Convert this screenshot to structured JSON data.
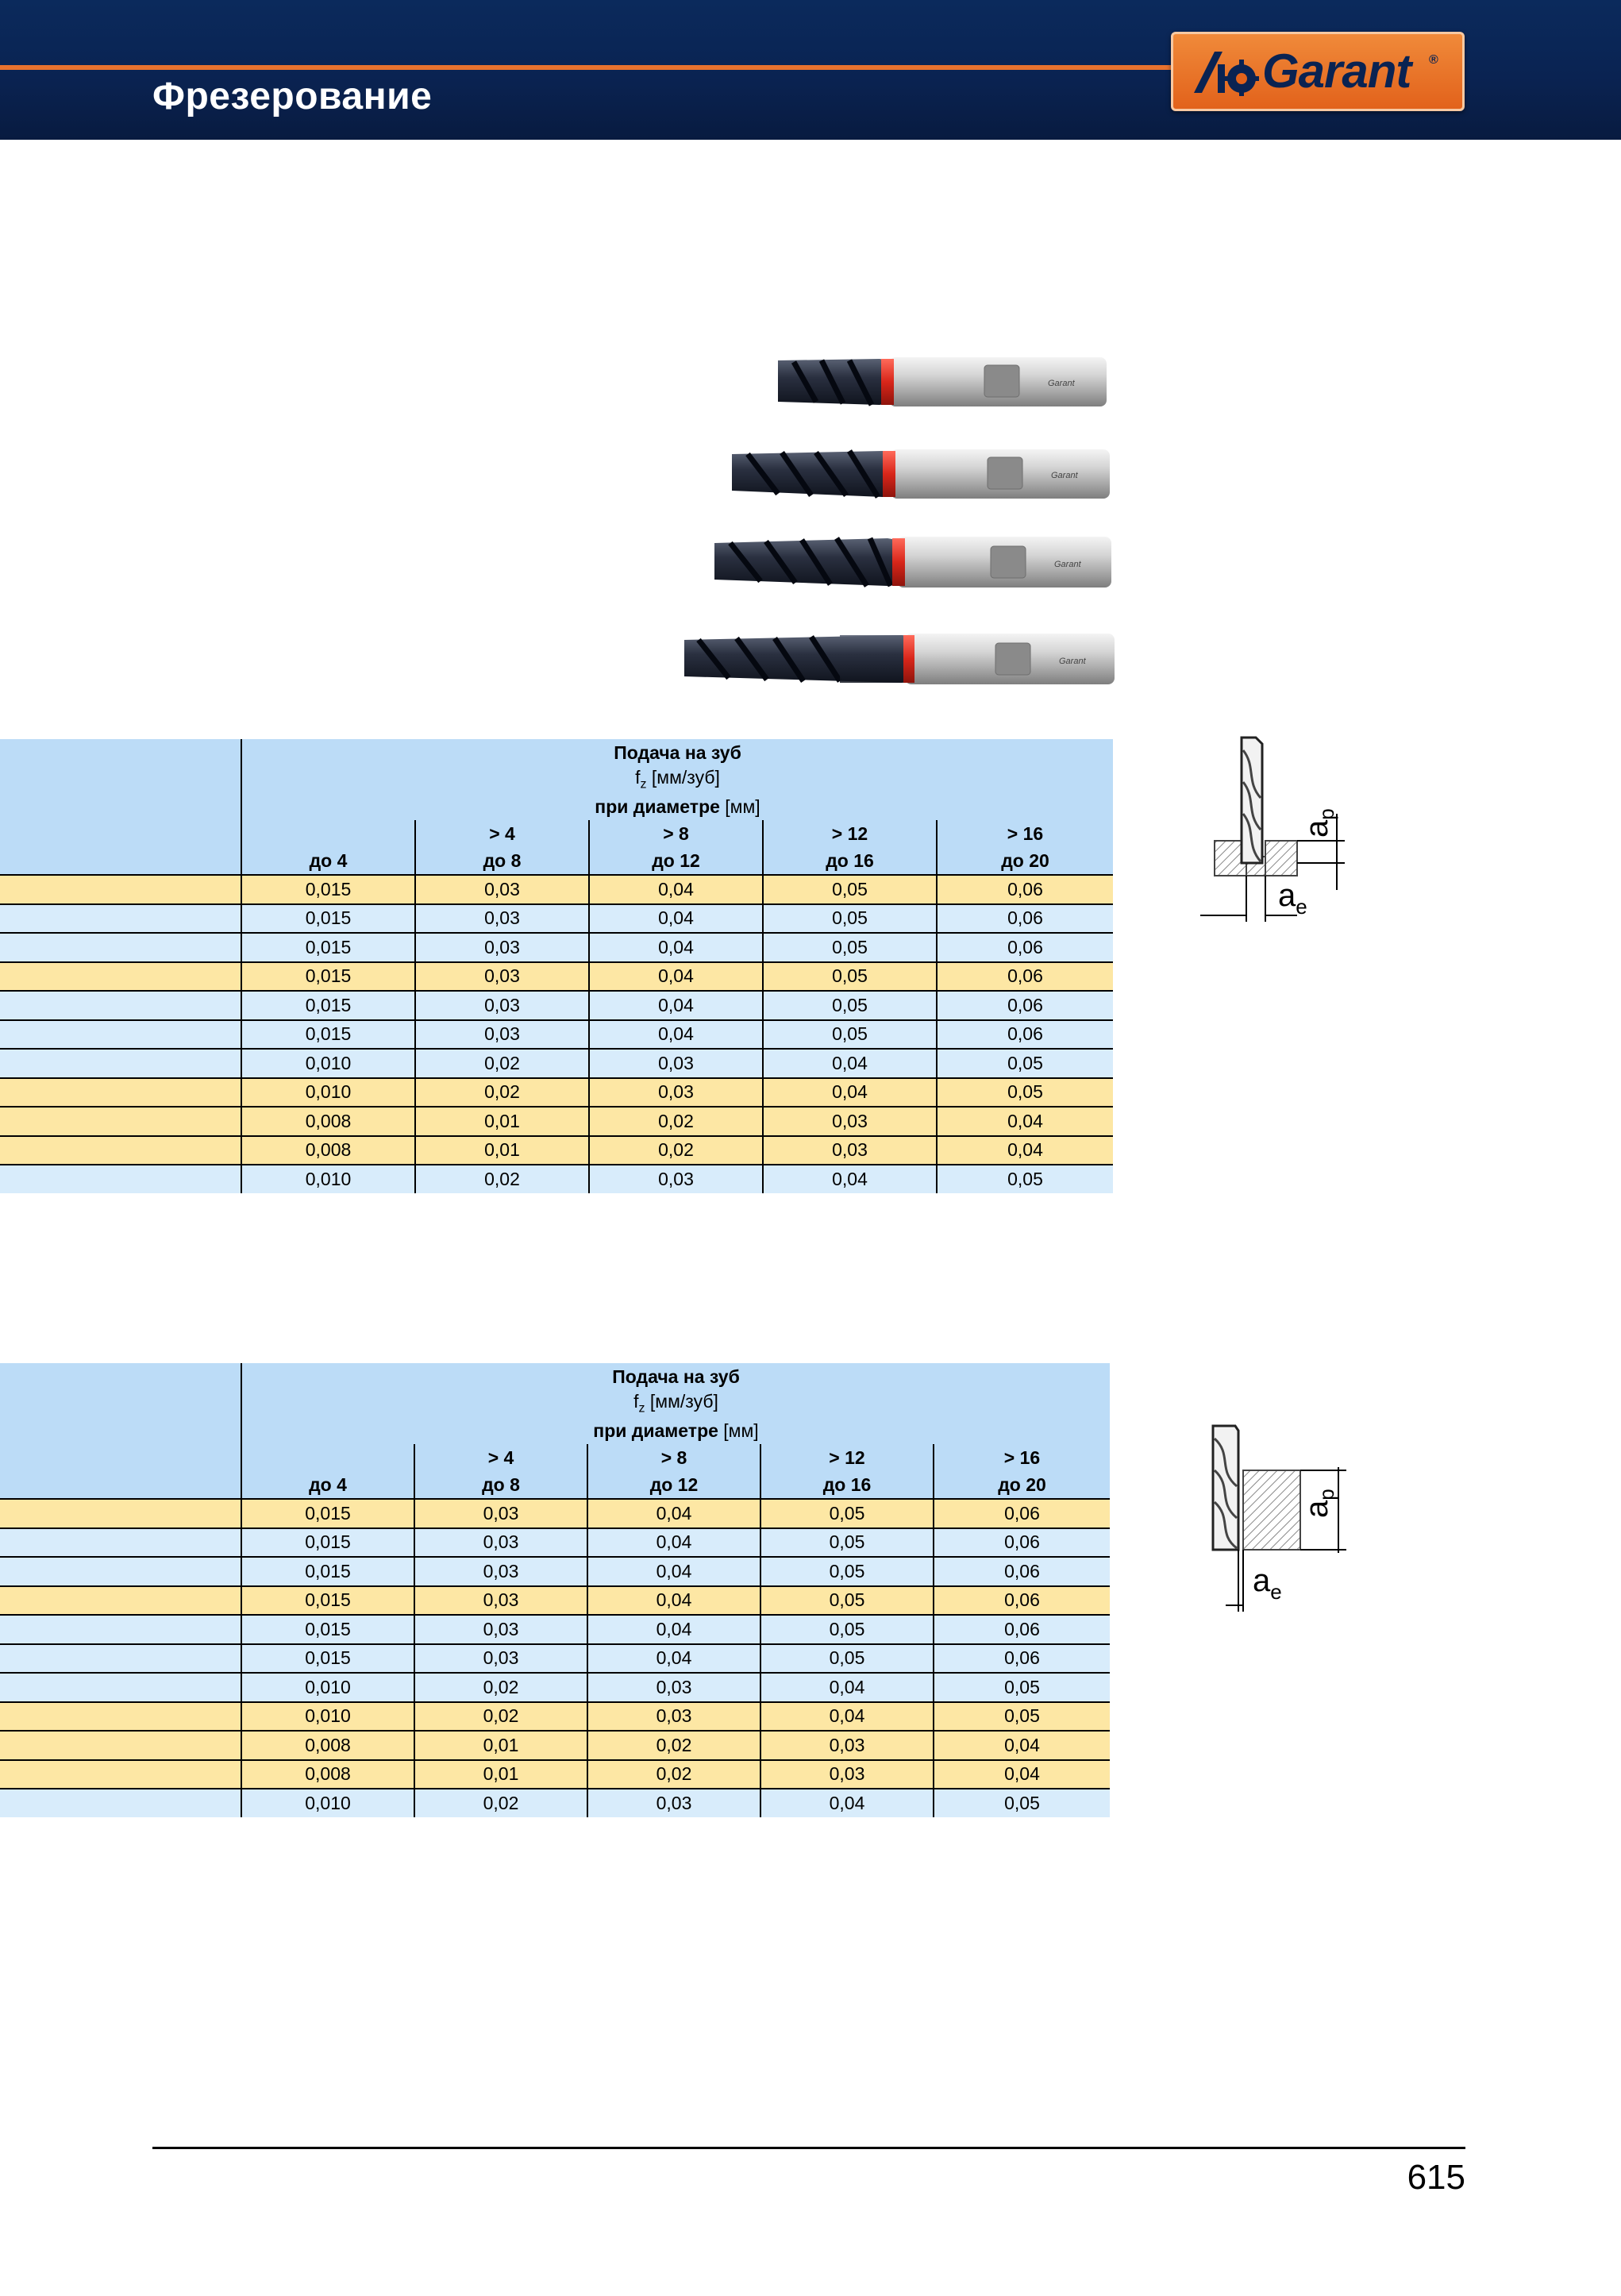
{
  "header": {
    "title": "Фрезерование",
    "logo_text": "Garant",
    "logo_reg": "®",
    "accent_color": "#e8722e",
    "bg_color": "#0a2352"
  },
  "tables": [
    {
      "header_line1": "Подача на зуб",
      "header_fz": "f",
      "header_fz_sub": "z",
      "header_fz_unit": " [мм/зуб]",
      "header_line3": "при диаметре [мм]",
      "columns": [
        {
          "top": "",
          "bottom": "до 4"
        },
        {
          "top": "> 4",
          "bottom": "до 8"
        },
        {
          "top": "> 8",
          "bottom": "до 12"
        },
        {
          "top": "> 12",
          "bottom": "до 16"
        },
        {
          "top": "> 16",
          "bottom": "до 20"
        }
      ],
      "rows": [
        {
          "color": "yellow",
          "values": [
            "0,015",
            "0,03",
            "0,04",
            "0,05",
            "0,06"
          ]
        },
        {
          "color": "blue",
          "values": [
            "0,015",
            "0,03",
            "0,04",
            "0,05",
            "0,06"
          ]
        },
        {
          "color": "blue",
          "values": [
            "0,015",
            "0,03",
            "0,04",
            "0,05",
            "0,06"
          ]
        },
        {
          "color": "yellow",
          "values": [
            "0,015",
            "0,03",
            "0,04",
            "0,05",
            "0,06"
          ]
        },
        {
          "color": "blue",
          "values": [
            "0,015",
            "0,03",
            "0,04",
            "0,05",
            "0,06"
          ]
        },
        {
          "color": "blue",
          "values": [
            "0,015",
            "0,03",
            "0,04",
            "0,05",
            "0,06"
          ]
        },
        {
          "color": "blue",
          "values": [
            "0,010",
            "0,02",
            "0,03",
            "0,04",
            "0,05"
          ]
        },
        {
          "color": "yellow",
          "values": [
            "0,010",
            "0,02",
            "0,03",
            "0,04",
            "0,05"
          ]
        },
        {
          "color": "yellow",
          "values": [
            "0,008",
            "0,01",
            "0,02",
            "0,03",
            "0,04"
          ]
        },
        {
          "color": "yellow",
          "values": [
            "0,008",
            "0,01",
            "0,02",
            "0,03",
            "0,04"
          ]
        },
        {
          "color": "blue",
          "values": [
            "0,010",
            "0,02",
            "0,03",
            "0,04",
            "0,05"
          ]
        }
      ]
    },
    {
      "header_line1": "Подача на зуб",
      "header_fz": "f",
      "header_fz_sub": "z",
      "header_fz_unit": " [мм/зуб]",
      "header_line3": "при диаметре [мм]",
      "columns": [
        {
          "top": "",
          "bottom": "до 4"
        },
        {
          "top": "> 4",
          "bottom": "до 8"
        },
        {
          "top": "> 8",
          "bottom": "до 12"
        },
        {
          "top": "> 12",
          "bottom": "до 16"
        },
        {
          "top": "> 16",
          "bottom": "до 20"
        }
      ],
      "rows": [
        {
          "color": "yellow",
          "values": [
            "0,015",
            "0,03",
            "0,04",
            "0,05",
            "0,06"
          ]
        },
        {
          "color": "blue",
          "values": [
            "0,015",
            "0,03",
            "0,04",
            "0,05",
            "0,06"
          ]
        },
        {
          "color": "blue",
          "values": [
            "0,015",
            "0,03",
            "0,04",
            "0,05",
            "0,06"
          ]
        },
        {
          "color": "yellow",
          "values": [
            "0,015",
            "0,03",
            "0,04",
            "0,05",
            "0,06"
          ]
        },
        {
          "color": "blue",
          "values": [
            "0,015",
            "0,03",
            "0,04",
            "0,05",
            "0,06"
          ]
        },
        {
          "color": "blue",
          "values": [
            "0,015",
            "0,03",
            "0,04",
            "0,05",
            "0,06"
          ]
        },
        {
          "color": "blue",
          "values": [
            "0,010",
            "0,02",
            "0,03",
            "0,04",
            "0,05"
          ]
        },
        {
          "color": "yellow",
          "values": [
            "0,010",
            "0,02",
            "0,03",
            "0,04",
            "0,05"
          ]
        },
        {
          "color": "yellow",
          "values": [
            "0,008",
            "0,01",
            "0,02",
            "0,03",
            "0,04"
          ]
        },
        {
          "color": "yellow",
          "values": [
            "0,008",
            "0,01",
            "0,02",
            "0,03",
            "0,04"
          ]
        },
        {
          "color": "blue",
          "values": [
            "0,010",
            "0,02",
            "0,03",
            "0,04",
            "0,05"
          ]
        }
      ]
    }
  ],
  "diagrams": {
    "ap_label": "a",
    "ap_sub": "p",
    "ae_label": "a",
    "ae_sub": "e"
  },
  "footer": {
    "page_number": "615"
  },
  "colors": {
    "row_yellow": "#fde7a4",
    "row_blue": "#d8ecfb",
    "header_blue": "#bcdcf7"
  }
}
